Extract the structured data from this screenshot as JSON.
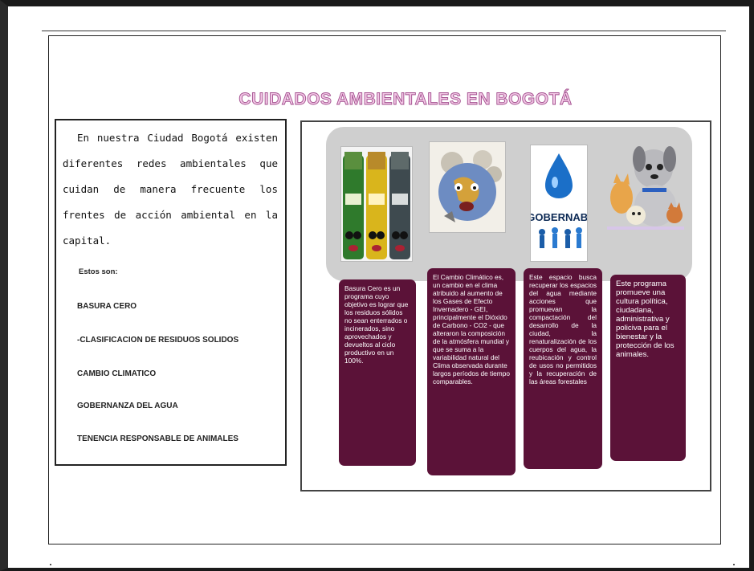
{
  "title": "CUIDADOS AMBIENTALES EN BOGOTÁ",
  "intro": "En nuestra Ciudad Bogotá existen diferentes redes ambientales que cuidan de manera frecuente los frentes de acción ambiental en la capital.",
  "subheading": "Estos son:",
  "topics": [
    "BASURA CERO",
    "-CLASIFICACION DE RESIDUOS SOLIDOS",
    "CAMBIO CLIMATICO",
    "GOBERNANZA DEL AGUA",
    "TENENCIA RESPONSABLE DE ANIMALES"
  ],
  "cards": [
    "Basura Cero es un programa cuyo objetivo es lograr que los residuos sólidos no sean enterrados o incinerados, sino aprovechados y devueltos al ciclo productivo en un 100%.",
    "El Cambio Climático es, un cambio en el clima atribuido al aumento de los Gases de Efecto Invernadero - GEI, principalmente el Dióxido de Carbono - CO2 - que alteraron la composición de la atmósfera mundial y que se suma a la variabilidad natural del Clima observada durante largos períodos de tiempo comparables.",
    "Este espacio busca recuperar los espacios del agua mediante acciones que promuevan la compactación del desarrollo de la ciudad, la renaturalización de los cuerpos del agua, la reubicación y control de usos no permitidos y la recuperación de las áreas forestales",
    "Este programa promueve una cultura política, ciudadana, administrativa y policiva para el bienestar y la protección de los animales."
  ],
  "image_labels": {
    "recycling_bins": "recycling-bins-image",
    "climate": "climate-change-image",
    "water": "water-governance-image",
    "water_text": "GOBERNABI",
    "animals": "animals-image"
  },
  "colors": {
    "title_fill": "#f3c8e6",
    "title_stroke": "#a24f8e",
    "card_bg": "#5b1238",
    "banner_bg": "#cfcfcf"
  }
}
